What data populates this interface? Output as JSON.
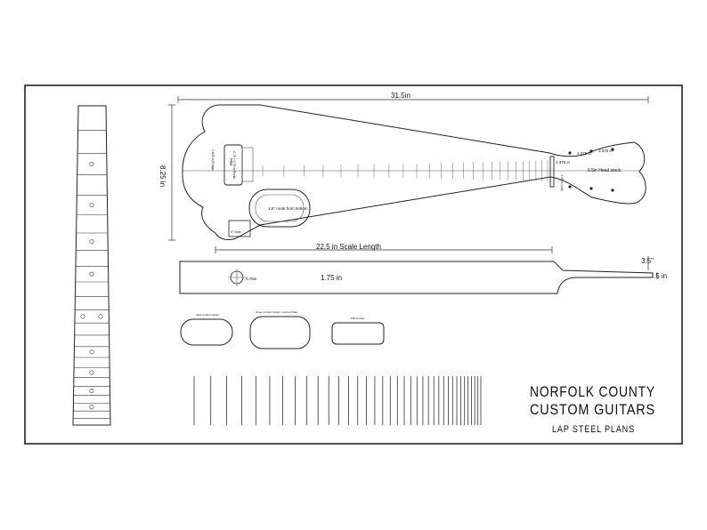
{
  "dimensions": {
    "overall_length": "31.5in",
    "width": "8.25 in",
    "scale_length": "22.5 in Scale Length",
    "neck_depth_top": "3.5\"",
    "neck_depth_end": ".5 in",
    "body_thickness": "1.75 in",
    "hole_dia": "0.75in",
    "headstock_len": "6.5in Head stock",
    "tuner_spacing_a": "1.375 in",
    "tuner_spacing_b": "1.375 in",
    "tuner_spacing_c": "1.375 in",
    "nut_note": "1.35 in (nut)",
    "pickup_label": "P90",
    "pickup_route_note": "1.5\" route from bottom",
    "jack_note": "4\" hole",
    "bridge_note": "1.625 in Bridge",
    "pickup_sub": "2.75 x 0.75 in Route"
  },
  "templates": {
    "small_cover": "Jack Control Cavity",
    "large_cover": "Outer Control Cavity / Control Plate",
    "pickup_rect": "P90 Pocket"
  },
  "brand": {
    "line1": "NORFOLK COUNTY",
    "line2": "CUSTOM GUITARS",
    "subtitle": "LAP STEEL PLANS"
  }
}
